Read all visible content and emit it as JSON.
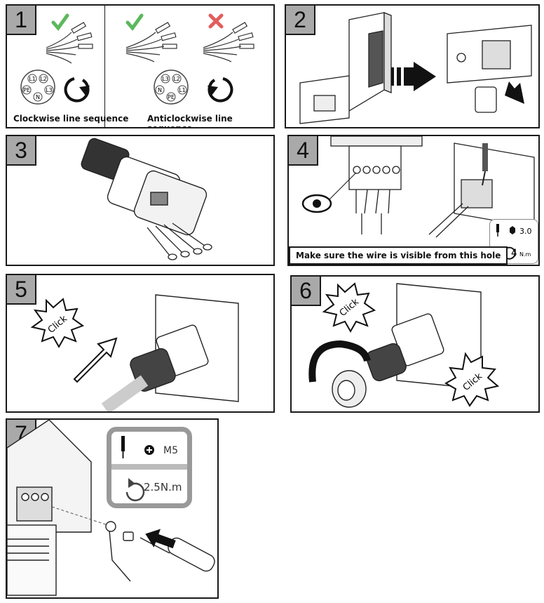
{
  "steps": [
    "1",
    "2",
    "3",
    "4",
    "5",
    "6",
    "7"
  ],
  "step1": {
    "left_caption": "Clockwise line sequence",
    "right_caption": "Anticlockwise line sequence",
    "cw_labels": [
      "L1",
      "L2",
      "PE",
      "L3",
      "N"
    ],
    "ccw_labels": [
      "L3",
      "L2",
      "N",
      "L1",
      "PE"
    ]
  },
  "step4": {
    "caption": "Make sure the wire is visible from this hole",
    "tool_size": "3.0",
    "torque_value": "4",
    "torque_unit": "N.m"
  },
  "step5": {
    "click_label": "Click"
  },
  "step6": {
    "click_label": "Click"
  },
  "step7": {
    "screw": "M5",
    "torque": "2.5N.m"
  },
  "colors": {
    "panel_border": "#1a1a1a",
    "number_bg": "#a9a9a9",
    "check_green": "#5cb85c",
    "cross_red": "#e35d5d"
  }
}
